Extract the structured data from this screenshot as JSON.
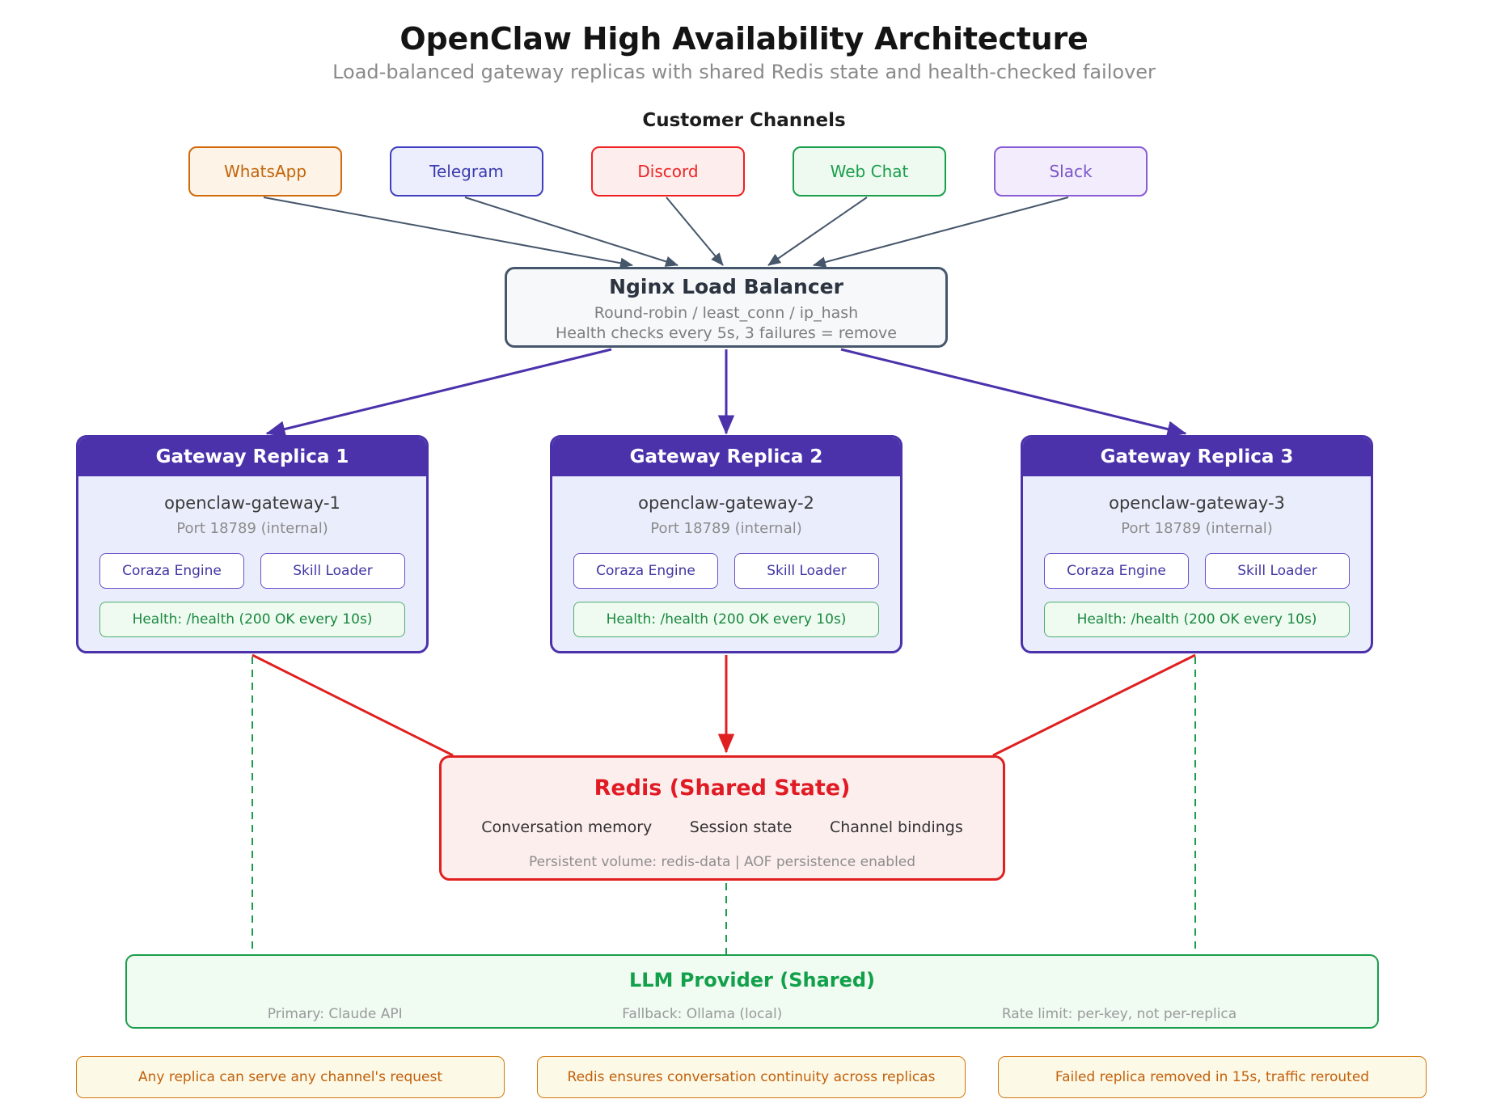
{
  "header": {
    "title": "OpenClaw High Availability Architecture",
    "subtitle": "Load-balanced gateway replicas with shared Redis state and health-checked failover"
  },
  "channels": {
    "heading": "Customer Channels",
    "items": [
      {
        "label": "WhatsApp",
        "border": "#d2690a",
        "fill": "#fdf3e6",
        "text": "#c2660c"
      },
      {
        "label": "Telegram",
        "border": "#3f3fbf",
        "fill": "#eceefd",
        "text": "#3b3bb0"
      },
      {
        "label": "Discord",
        "border": "#ef2020",
        "fill": "#fdeded",
        "text": "#ed2424"
      },
      {
        "label": "Web Chat",
        "border": "#1a9e4b",
        "fill": "#eefaf0",
        "text": "#1a9e4b"
      },
      {
        "label": "Slack",
        "border": "#8a5cd6",
        "fill": "#f2ecfc",
        "text": "#7b55c9"
      }
    ]
  },
  "load_balancer": {
    "title": "Nginx Load Balancer",
    "strategy": "Round-robin / least_conn / ip_hash",
    "health_policy": "Health checks every 5s, 3 failures = remove",
    "accent": "#46566b"
  },
  "replicas": [
    {
      "title": "Gateway Replica 1",
      "hostname": "openclaw-gateway-1",
      "port": "Port 18789 (internal)",
      "components": [
        "Coraza Engine",
        "Skill Loader"
      ],
      "health": "Health: /health (200 OK every 10s)"
    },
    {
      "title": "Gateway Replica 2",
      "hostname": "openclaw-gateway-2",
      "port": "Port 18789 (internal)",
      "components": [
        "Coraza Engine",
        "Skill Loader"
      ],
      "health": "Health: /health (200 OK every 10s)"
    },
    {
      "title": "Gateway Replica 3",
      "hostname": "openclaw-gateway-3",
      "port": "Port 18789 (internal)",
      "components": [
        "Coraza Engine",
        "Skill Loader"
      ],
      "health": "Health: /health (200 OK every 10s)"
    }
  ],
  "redis": {
    "title": "Redis (Shared State)",
    "items": [
      "Conversation memory",
      "Session state",
      "Channel bindings"
    ],
    "footer": "Persistent volume: redis-data | AOF persistence enabled",
    "accent": "#e02020"
  },
  "llm_provider": {
    "title": "LLM Provider (Shared)",
    "items": [
      "Primary: Claude API",
      "Fallback: Ollama (local)",
      "Rate limit: per-key, not per-replica"
    ],
    "accent": "#1a9e4b"
  },
  "notes": [
    "Any replica can serve any channel's request",
    "Redis ensures conversation continuity across replicas",
    "Failed replica removed in 15s, traffic rerouted"
  ],
  "colors": {
    "replica_header": "#4b32ab",
    "replica_body": "#eaeefc",
    "channel_arrow": "#46566b",
    "lb_arrow": "#4b32ab",
    "redis_link": "#e02020",
    "llm_link": "#1a9e4b"
  }
}
